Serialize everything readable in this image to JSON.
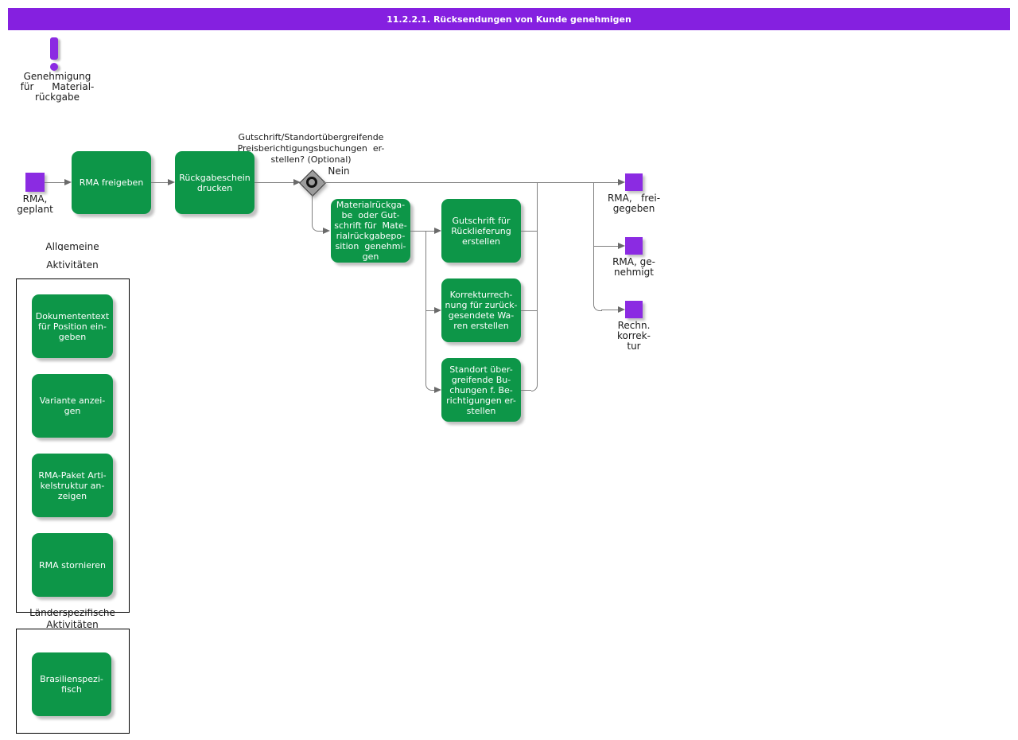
{
  "title": "11.2.2.1. Rücksendungen von Kunde genehmigen",
  "annotation": {
    "label": "Genehmigung\nfür      Material-\nrückgabe"
  },
  "events": {
    "start": {
      "label": "RMA,\ngeplant"
    },
    "released": {
      "label": "RMA,   frei-\ngegeben"
    },
    "approved": {
      "label": "RMA, ge-\nnehmigt"
    },
    "invoice": {
      "label": "Rechn.\nkorrek-\ntur"
    }
  },
  "tasks": {
    "release_rma": "RMA freigeben",
    "print_slip": "Rückgabeschein\ndrucken",
    "approve_material": "Materialrückga-\nbe  oder Gut-\nschrift für  Mate-\nrialrückgabepo-\nsition  genehmi-\ngen",
    "credit_memo": "Gutschrift für\nRücklieferung\nerstellen",
    "correction_invoice": "Korrekturrech-\nnung für zurück-\ngesendete Wa-\nren erstellen",
    "cross_site": "Standort über-\ngreifende Bu-\nchungen f. Be-\nrichtigungen er-\nstellen"
  },
  "gateway": {
    "question": "Gutschrift/Standortübergreifende\nPreisberichtigungsbuchungen  er-\nstellen? (Optional)",
    "no_label": "Nein"
  },
  "sidebar": {
    "general": {
      "heading1": "Allgemeine",
      "heading2": "Aktivitäten",
      "items": [
        "Dokumententext\nfür Position ein-\ngeben",
        "Variante anzei-\ngen",
        "RMA-Paket Arti-\nkelstruktur an-\nzeigen",
        "RMA stornieren"
      ]
    },
    "country": {
      "heading1": "Länderspezifische",
      "heading2": "Aktivitäten",
      "items": [
        "Brasilienspezi-\nfisch"
      ]
    }
  },
  "colors": {
    "task_green": "#0D9648",
    "event_purple": "#8B2BE2",
    "header_purple": "#8520E0",
    "connector_gray": "#7F7F7F"
  }
}
